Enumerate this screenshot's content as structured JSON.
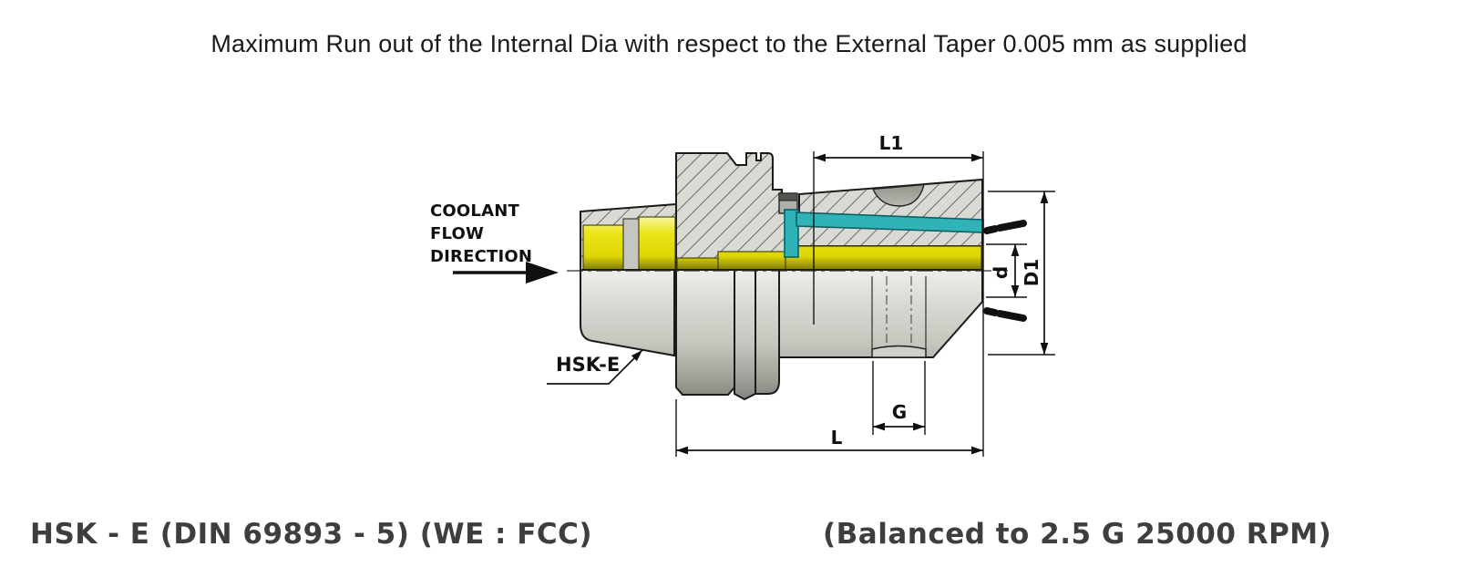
{
  "title": "Maximum Run out of the Internal Dia with respect to the External Taper 0.005 mm as supplied",
  "footer": {
    "left": "HSK - E (DIN 69893 - 5) (WE : FCC)",
    "right": "(Balanced to 2.5 G 25000 RPM)"
  },
  "diagram": {
    "coolant_lines": [
      "COOLANT",
      "FLOW",
      "DIRECTION"
    ],
    "part_label": "HSK-E",
    "dims": {
      "top_length": "L1",
      "bore_dia": "d",
      "outer_dia": "D1",
      "groove_width": "G",
      "overall_length": "L"
    },
    "colors": {
      "bore_yellow": "#e8e013",
      "coolant_teal": "#2fb3b7",
      "body_gray": "#c6c6bf",
      "hatch_fill": "#dadad5",
      "outline": "#1b1b1b",
      "footer_text": "#3e3e3e"
    }
  }
}
